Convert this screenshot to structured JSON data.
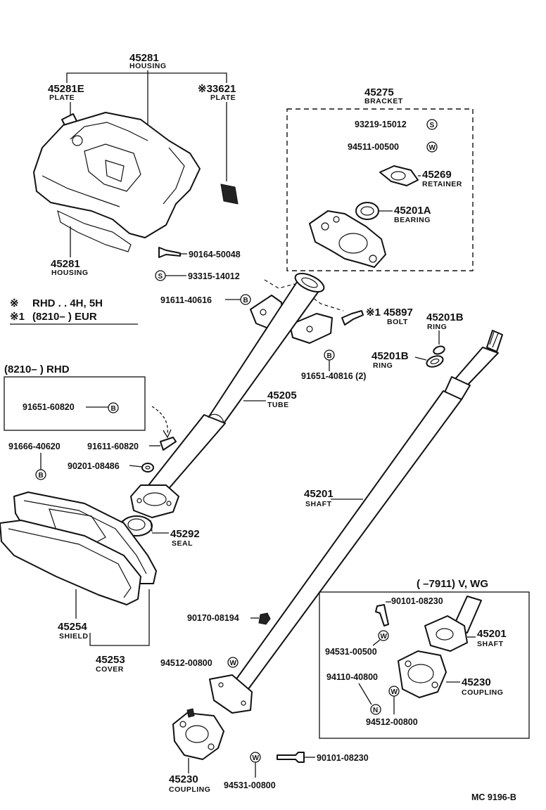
{
  "parts": {
    "housing_top": {
      "num": "45281",
      "name": "HOUSING"
    },
    "plate_e": {
      "num": "45281E",
      "name": "PLATE"
    },
    "plate_33621": {
      "num": "※33621",
      "name": "PLATE"
    },
    "housing_bottom": {
      "num": "45281",
      "name": "HOUSING"
    },
    "screw_90164": {
      "num": "90164-50048"
    },
    "screw_93315": {
      "num": "93315-14012"
    },
    "bracket": {
      "num": "45275",
      "name": "BRACKET"
    },
    "bolt_93219": {
      "num": "93219-15012"
    },
    "washer_94511": {
      "num": "94511-00500"
    },
    "retainer": {
      "num": "45269",
      "name": "RETAINER"
    },
    "bearing": {
      "num": "45201A",
      "name": "BEARING"
    },
    "bolt_91611_40616": {
      "num": "91611-40616"
    },
    "bolt_45897": {
      "num": "※1 45897",
      "name": "BOLT"
    },
    "ring_b_upper": {
      "num": "45201B",
      "name": "RING"
    },
    "ring_b_lower": {
      "num": "45201B",
      "name": "RING"
    },
    "bolt_91651_40816": {
      "num": "91651-40816 (2)"
    },
    "tube": {
      "num": "45205",
      "name": "TUBE"
    },
    "bolt_91651_60820": {
      "num": "91651-60820"
    },
    "bolt_91666": {
      "num": "91666-40620"
    },
    "bolt_91611_60820": {
      "num": "91611-60820"
    },
    "washer_90201": {
      "num": "90201-08486"
    },
    "seal": {
      "num": "45292",
      "name": "SEAL"
    },
    "shaft": {
      "num": "45201",
      "name": "SHAFT"
    },
    "shield": {
      "num": "45254",
      "name": "SHIELD"
    },
    "cover": {
      "num": "45253",
      "name": "COVER"
    },
    "nut_90170": {
      "num": "90170-08194"
    },
    "washer_94512_main": {
      "num": "94512-00800"
    },
    "coupling_main": {
      "num": "45230",
      "name": "COUPLING"
    },
    "washer_94531_main": {
      "num": "94531-00800"
    },
    "bolt_90101_main": {
      "num": "90101-08230"
    },
    "inset_bolt_90101": {
      "num": "90101-08230"
    },
    "inset_washer_94531": {
      "num": "94531-00500"
    },
    "inset_shaft": {
      "num": "45201",
      "name": "SHAFT"
    },
    "inset_nut_94110": {
      "num": "94110-40800"
    },
    "inset_coupling": {
      "num": "45230",
      "name": "COUPLING"
    },
    "inset_washer_94512": {
      "num": "94512-00800"
    }
  },
  "notes": {
    "note1_symbol": "※",
    "note1_text": "RHD . . 4H, 5H",
    "note2_symbol": "※1",
    "note2_text": "(8210–        ) EUR",
    "box_rhd_title": "(8210–        ) RHD",
    "inset_title": "(        –7911) V, WG",
    "diagram_code": "MC  9196-B"
  },
  "symbols": {
    "S": "S",
    "W": "W",
    "B": "B",
    "N": "N"
  }
}
